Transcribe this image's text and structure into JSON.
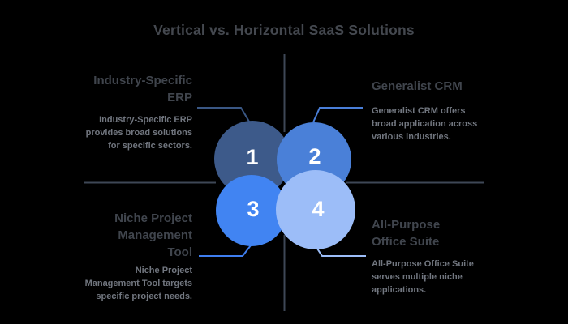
{
  "title": "Vertical vs. Horizontal SaaS Solutions",
  "quadrants": {
    "top_left": {
      "number": "1",
      "heading": "Industry-Specific ERP",
      "description": "Industry-Specific ERP provides broad solutions for specific sectors."
    },
    "top_right": {
      "number": "2",
      "heading": "Generalist CRM",
      "description": "Generalist CRM offers broad application across various industries."
    },
    "bottom_left": {
      "number": "3",
      "heading": "Niche Project Management Tool",
      "description": "Niche Project Management Tool targets specific project needs."
    },
    "bottom_right": {
      "number": "4",
      "heading": "All-Purpose Office Suite",
      "description": "All-Purpose Office Suite serves multiple niche applications."
    }
  },
  "colors": {
    "background": "#000000",
    "circle_1": "#3D5A8A",
    "circle_2": "#4A80D8",
    "circle_3": "#4184F2",
    "circle_4": "#9CBDF8",
    "axis_line": "#3E4756",
    "connector_1": "#3A5784",
    "connector_2": "#4A7FD9",
    "connector_3": "#3F7EF0",
    "connector_4": "#9DBEF8",
    "number_text": "#FFFFFF",
    "title_text": "#44484F",
    "heading_text": "#40454D",
    "description_text": "#71767F"
  }
}
